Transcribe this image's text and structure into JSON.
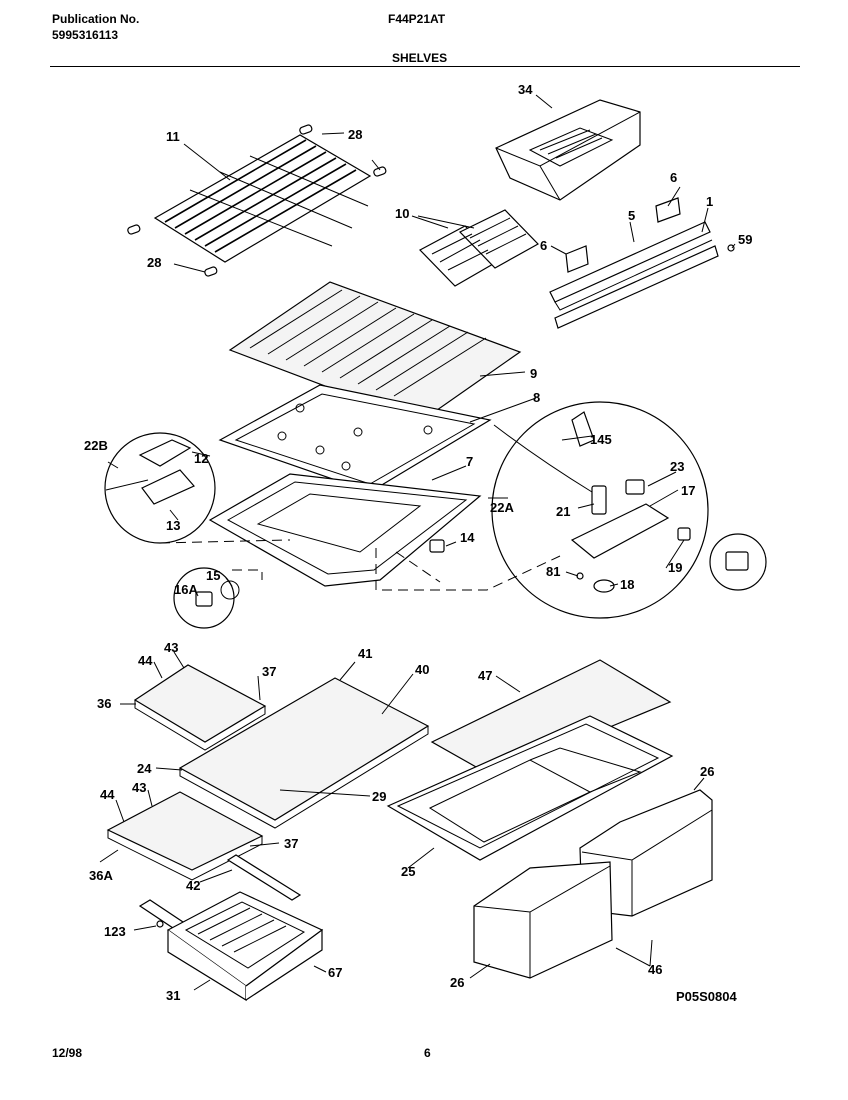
{
  "header": {
    "publication_label": "Publication No.",
    "publication_number": "5995316113",
    "model": "F44P21AT",
    "section_title": "SHELVES"
  },
  "footer": {
    "date": "12/98",
    "page": "6",
    "drawing_code": "P05S0804"
  },
  "callouts": [
    "34",
    "11",
    "28",
    "28",
    "10",
    "6",
    "6",
    "5",
    "1",
    "59",
    "9",
    "8",
    "22B",
    "12",
    "13",
    "7",
    "145",
    "23",
    "22A",
    "21",
    "17",
    "14",
    "15",
    "16A",
    "81",
    "18",
    "19",
    "44",
    "43",
    "36",
    "37",
    "41",
    "40",
    "47",
    "24",
    "29",
    "44",
    "43",
    "37",
    "36A",
    "42",
    "25",
    "26",
    "123",
    "67",
    "31",
    "26",
    "46"
  ]
}
